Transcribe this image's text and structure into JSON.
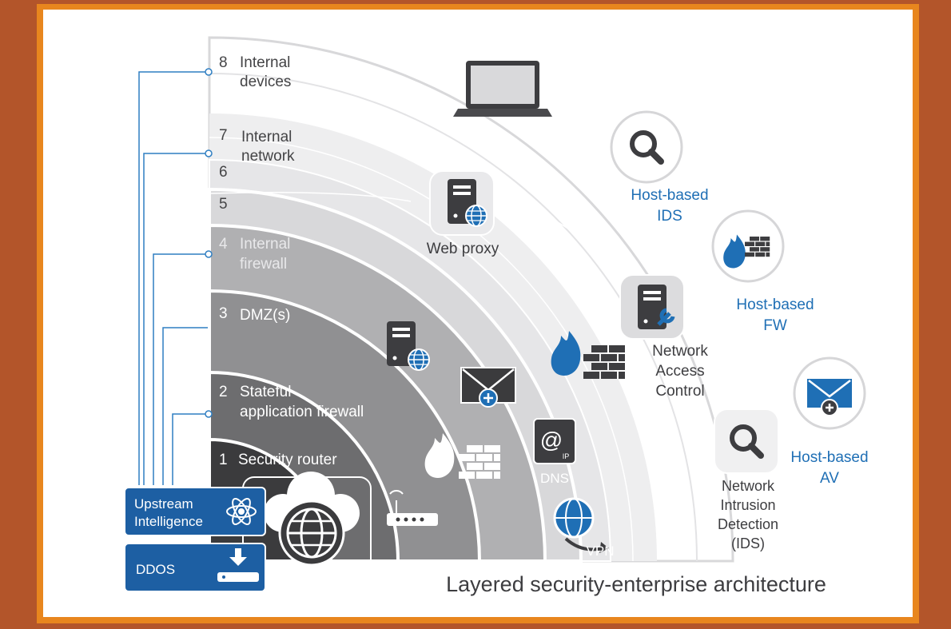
{
  "title": "Layered security-enterprise architecture",
  "layers": [
    {
      "number": "1",
      "lines": [
        "Security router"
      ]
    },
    {
      "number": "2",
      "lines": [
        "Stateful",
        "application firewall"
      ]
    },
    {
      "number": "3",
      "lines": [
        "DMZ(s)"
      ]
    },
    {
      "number": "4",
      "lines": [
        "Internal",
        "firewall"
      ]
    },
    {
      "number": "5",
      "lines": [
        ""
      ]
    },
    {
      "number": "6",
      "lines": [
        ""
      ]
    },
    {
      "number": "7",
      "lines": [
        "Internal",
        "network"
      ]
    },
    {
      "number": "8",
      "lines": [
        "Internal",
        "devices"
      ]
    }
  ],
  "components": {
    "www": "www",
    "web_proxy": "Web proxy",
    "dns": "DNS",
    "vpn": "VPN",
    "nac": [
      "Network",
      "Access",
      "Control"
    ],
    "nids": [
      "Network",
      "Intrusion",
      "Detection",
      "(IDS)"
    ],
    "host_ids": [
      "Host-based",
      "IDS"
    ],
    "host_fw": [
      "Host-based",
      "FW"
    ],
    "host_av": [
      "Host-based",
      "AV"
    ],
    "ip_tag": "IP"
  },
  "boxes": {
    "upstream": [
      "Upstream",
      "Intelligence"
    ],
    "ddos": "DDOS"
  },
  "colors": {
    "accent_blue": "#1f6fb5",
    "box_blue": "#1d5fa3",
    "ring1": "#3a3a3c",
    "ring2": "#6b6b6d",
    "ring3": "#8f8f91",
    "ring4": "#b0b0b2",
    "ring5": "#d2d2d4",
    "ring6": "#e4e4e6",
    "ring7": "#eeeeef"
  }
}
